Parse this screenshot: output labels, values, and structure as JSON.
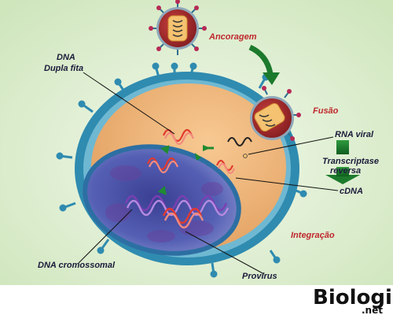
{
  "labels": {
    "dna_dupla_line1": "DNA",
    "dna_dupla_line2": "Dupla fita",
    "ancoragem": "Ancoragem",
    "fusao": "Fusão",
    "rna_viral": "RNA viral",
    "transcriptase_line1": "Transcriptase",
    "transcriptase_line2": "reversa",
    "cdna": "cDNA",
    "integracao": "Integração",
    "dna_cromossomal": "DNA cromossomal",
    "provirus": "Provírus"
  },
  "logo": {
    "main": "Biologia",
    "suffix": ".net"
  },
  "colors": {
    "background": "#e4f1d6",
    "membrane": "#2f8bb0",
    "cytoplasm": "#f0b77b",
    "nucleus": "#4b54a8",
    "arrow_green": "#157a28",
    "label_red": "#c0282d",
    "virus_red": "#a3262a"
  }
}
